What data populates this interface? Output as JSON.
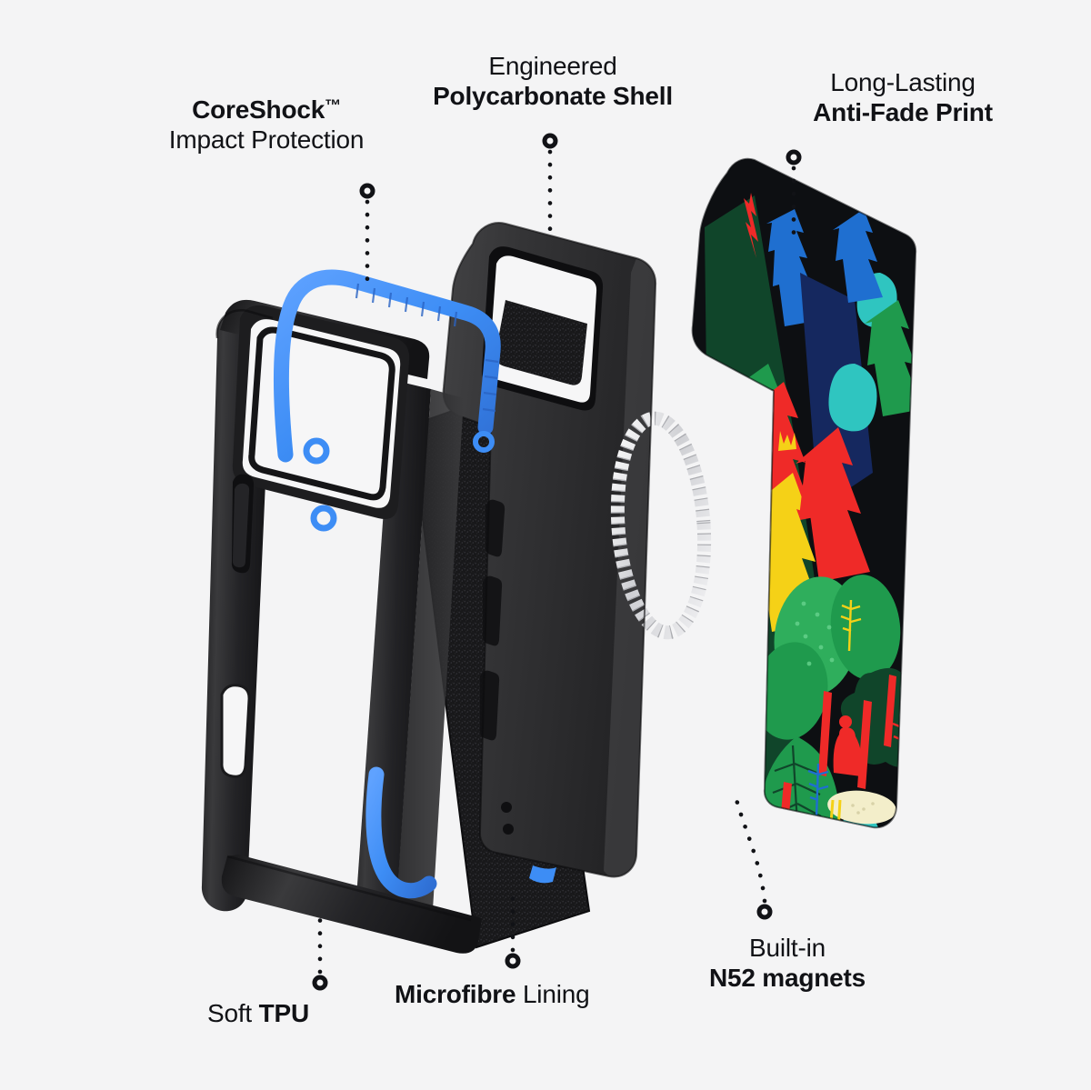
{
  "meta": {
    "background_color": "#f4f4f5",
    "text_color": "#111216",
    "accent_blue": "#3d8df5",
    "shell_black": "#2e2e30",
    "lining_black": "#1b1b1d",
    "magnet_silver": "#e8e8ea"
  },
  "callouts": [
    {
      "id": "coreshock",
      "line1": "CoreShock",
      "trademark": "™",
      "line2": "Impact Protection",
      "line1_weight": "bold",
      "line2_weight": "light",
      "leader": "dotted-vertical",
      "points_to": "tpu-bumper-blue-strip"
    },
    {
      "id": "polycarbonate",
      "line1": "Engineered",
      "line2": "Polycarbonate Shell",
      "line1_weight": "light",
      "line2_weight": "bold",
      "leader": "dotted-vertical",
      "points_to": "polycarbonate-shell"
    },
    {
      "id": "antifade",
      "line1": "Long-Lasting",
      "line2": "Anti-Fade Print",
      "line1_weight": "light",
      "line2_weight": "bold",
      "leader": "dotted-vertical",
      "points_to": "printed-forest-case"
    },
    {
      "id": "tpu",
      "line1_light": "Soft ",
      "line1_bold": "TPU",
      "leader": "dotted-vertical",
      "points_to": "tpu-bumper-bottom"
    },
    {
      "id": "microfibre",
      "line1_bold": "Microfibre",
      "line1_light": " Lining",
      "leader": "dotted-vertical",
      "points_to": "microfibre-lining"
    },
    {
      "id": "n52",
      "line1": "Built-in",
      "line2": "N52 magnets",
      "line1_weight": "light",
      "line2_weight": "bold",
      "leader": "dotted-curved",
      "points_to": "magsafe-magnet-ring"
    }
  ],
  "labels": {
    "coreshock_line1": "CoreShock",
    "coreshock_tm": "™",
    "coreshock_line2": "Impact Protection",
    "polycarb_line1": "Engineered",
    "polycarb_line2": "Polycarbonate Shell",
    "antifade_line1": "Long-Lasting",
    "antifade_line2": "Anti-Fade Print",
    "tpu_light": "Soft ",
    "tpu_bold": "TPU",
    "microfibre_bold": "Microfibre",
    "microfibre_light": " Lining",
    "n52_line1": "Built-in",
    "n52_line2": "N52 magnets"
  },
  "layers": [
    {
      "name": "tpu-bumper",
      "description": "Clear TPU bumper frame with black edges and blue CoreShock impact strip"
    },
    {
      "name": "polycarbonate-shell",
      "description": "Black polycarbonate shell with camera cutout, microfibre lining and MagSafe magnet ring"
    },
    {
      "name": "printed-forest-case",
      "description": "Printed back plate with multicolour stylised forest artwork"
    }
  ],
  "artwork": {
    "name": "forest-print",
    "palette": {
      "base": "#0d0f12",
      "deep_green": "#10452a",
      "green": "#1f9a4d",
      "mid_green": "#2fae5c",
      "red": "#ef2a28",
      "blue": "#1f6fd0",
      "navy": "#15285f",
      "yellow": "#f5d117",
      "teal": "#2fc5c0",
      "cream": "#f3eeca"
    }
  }
}
